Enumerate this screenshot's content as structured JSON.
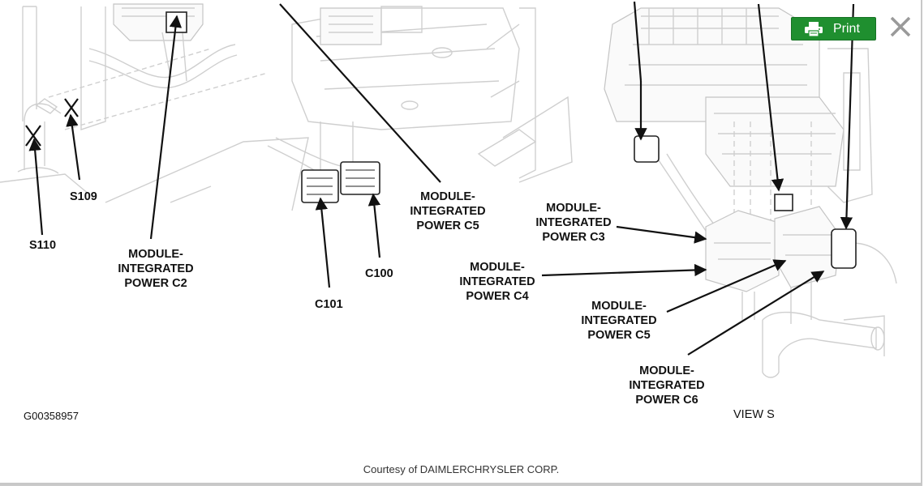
{
  "toolbar": {
    "print_label": "Print",
    "print_icon": "printer-icon",
    "close_icon": "close-icon",
    "print_color": "#1f8f2f"
  },
  "diagram": {
    "labels": {
      "s110": "S110",
      "s109": "S109",
      "c2_l1": "MODULE-",
      "c2_l2": "INTEGRATED",
      "c2_l3": "POWER C2",
      "c101": "C101",
      "c100": "C100",
      "c5top_l1": "MODULE-",
      "c5top_l2": "INTEGRATED",
      "c5top_l3": "POWER C5",
      "c3_l1": "MODULE-",
      "c3_l2": "INTEGRATED",
      "c3_l3": "POWER C3",
      "c4_l1": "MODULE-",
      "c4_l2": "INTEGRATED",
      "c4_l3": "POWER C4",
      "c5_l1": "MODULE-",
      "c5_l2": "INTEGRATED",
      "c5_l3": "POWER C5",
      "c6_l1": "MODULE-",
      "c6_l2": "INTEGRATED",
      "c6_l3": "POWER C6",
      "figure_id": "G00358957",
      "view": "VIEW S"
    }
  },
  "caption": "Courtesy of DAIMLERCHRYSLER CORP."
}
